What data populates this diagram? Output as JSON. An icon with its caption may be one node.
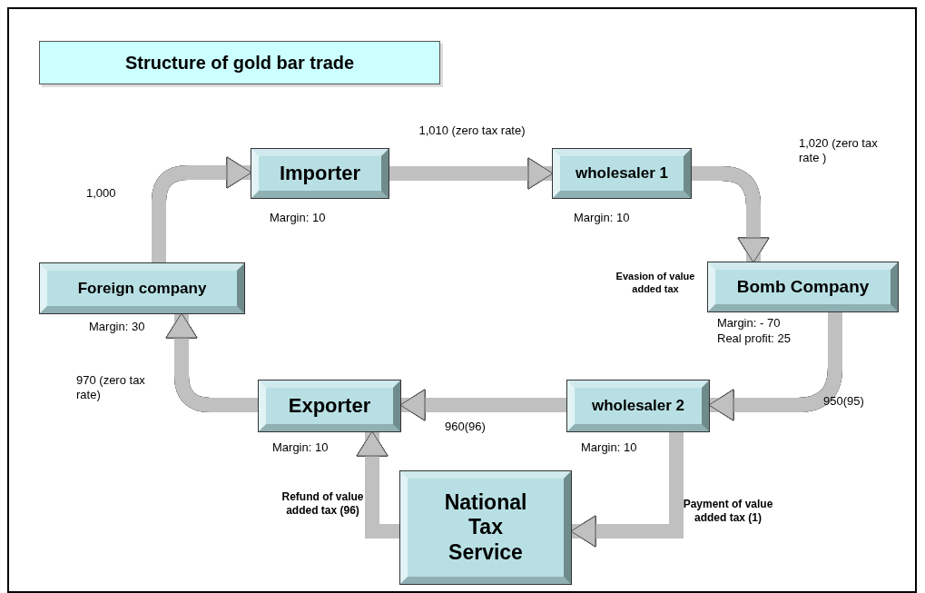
{
  "diagram": {
    "title": "Structure of gold bar trade",
    "nodes": [
      {
        "text": [
          "Importer"
        ],
        "beside": [
          "Margin:  10"
        ]
      },
      {
        "text": [
          "wholesaler 1"
        ],
        "beside": [
          "Margin:  10"
        ]
      },
      {
        "text": [
          "Bomb Company"
        ],
        "beside": [
          "Evasion of value added tax",
          "Margin: - 70",
          "Real profit:  25"
        ]
      },
      {
        "text": [
          "wholesaler 2"
        ],
        "beside": [
          "Margin:  10"
        ]
      },
      {
        "text": [
          "Exporter"
        ],
        "beside": [
          "Margin:  10"
        ]
      },
      {
        "text": [
          "Foreign company"
        ],
        "beside": [
          "Margin:  30"
        ]
      },
      {
        "text": [
          "National Tax Service"
        ]
      }
    ],
    "edges": [
      {
        "from": 5,
        "to": 0,
        "arrow": "to",
        "label": "1,000"
      },
      {
        "from": 0,
        "to": 1,
        "arrow": "to",
        "label": "1,010 (zero tax rate)"
      },
      {
        "from": 1,
        "to": 2,
        "arrow": "to",
        "label": "1,020 (zero tax rate )"
      },
      {
        "from": 2,
        "to": 3,
        "arrow": "to",
        "label": "950(95)"
      },
      {
        "from": 3,
        "to": 4,
        "arrow": "to",
        "label": "960(96)"
      },
      {
        "from": 4,
        "to": 5,
        "arrow": "to",
        "label": "970 (zero tax rate)"
      },
      {
        "from": 3,
        "to": 6,
        "arrow": "to",
        "label": "Payment of value added tax (1)"
      },
      {
        "from": 6,
        "to": 4,
        "arrow": "to",
        "label": "Refund of value added tax (96)"
      }
    ]
  }
}
